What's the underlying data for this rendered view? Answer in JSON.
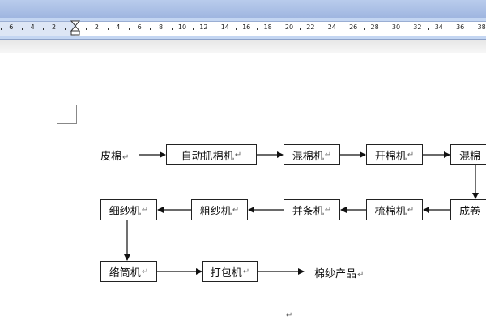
{
  "ruler": {
    "left_labels": [
      "6",
      "4",
      "2"
    ],
    "right_labels": [
      "2",
      "4",
      "6",
      "8",
      "10",
      "12",
      "14",
      "16",
      "18",
      "20",
      "22",
      "24",
      "26",
      "28",
      "30",
      "32",
      "34",
      "36",
      "38"
    ]
  },
  "paragraph_mark": "↵",
  "flow": {
    "start": "皮棉",
    "row1": [
      "自动抓棉机",
      "混棉机",
      "开棉机",
      "混棉"
    ],
    "row2": [
      "成卷",
      "梳棉机",
      "并条机",
      "粗纱机",
      "细纱机"
    ],
    "row3": [
      "络筒机",
      "打包机"
    ],
    "end": "棉纱产品"
  }
}
